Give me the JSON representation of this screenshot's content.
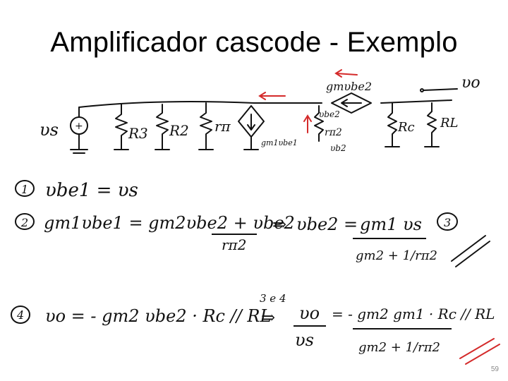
{
  "slide": {
    "title": "Amplificador cascode - Exemplo",
    "page_number": "59"
  },
  "circuit": {
    "labels": {
      "vs": "υs",
      "r3": "R3",
      "r2": "R2",
      "rpi": "rπ",
      "vo": "υo",
      "gm_vbe2": "gmυbe2",
      "vbe2": "υbe2",
      "rpi2": "rπ2",
      "gm_vbe1": "gm1υbe1",
      "vb2": "υb2",
      "rc": "Rc",
      "rl": "RL"
    }
  },
  "equations": {
    "eq1": {
      "num": "1",
      "text": "υbe1 = υs"
    },
    "eq2": {
      "num": "2",
      "lhs": "gm1υbe1 = gm2υbe2 + υbe2",
      "denom": "rπ2"
    },
    "eq2b": {
      "arrow": "⇒",
      "lhs": "υbe2 =",
      "num": "gm1 υs",
      "den": "gm2 + 1/rπ2",
      "tag": "3"
    },
    "eq4": {
      "num": "4",
      "text": "υo = - gm2 υbe2 · Rc // RL"
    },
    "eq34": {
      "tag": "3 e 4",
      "arrow": "⇒",
      "frac_num": "υo",
      "frac_den": "υs",
      "rhs": "= - gm2 gm1 · Rc // RL",
      "rhs_den": "gm2 + 1/rπ2"
    }
  },
  "colors": {
    "ink": "#111111",
    "red": "#d42a2a"
  }
}
